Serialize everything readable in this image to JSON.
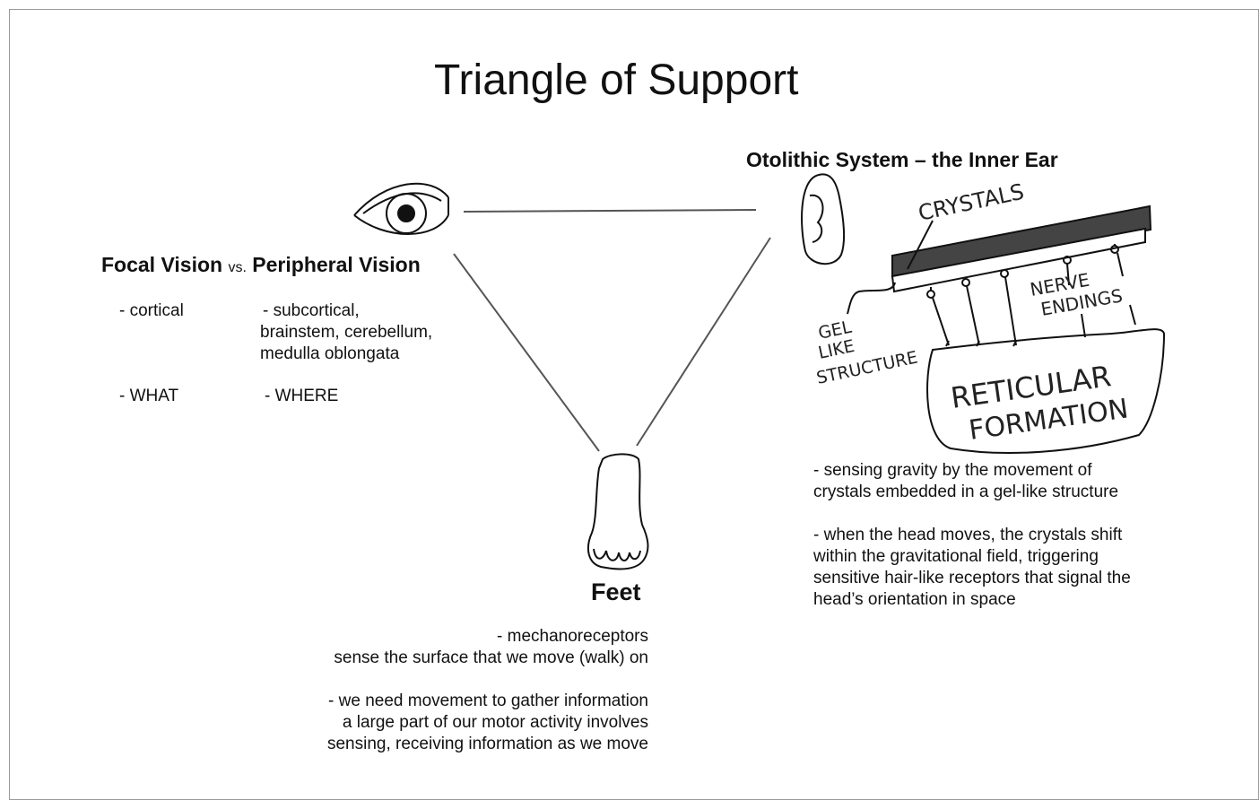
{
  "title": "Triangle of Support",
  "vision": {
    "focal_label": "Focal Vision",
    "vs_label": "vs.",
    "peripheral_label": "Peripheral Vision",
    "focal_points": [
      "- cortical",
      "- WHAT"
    ],
    "peripheral_points": [
      "- subcortical,",
      "brainstem, cerebellum,",
      "medulla oblongata",
      "- WHERE"
    ]
  },
  "ear": {
    "heading": "Otolithic System – the Inner Ear",
    "sketch_labels": {
      "crystals": "CRYSTALS",
      "nerve": "NERVE",
      "endings": "ENDINGS",
      "gel1": "GEL",
      "gel2": "LIKE",
      "gel3": "STRUCTURE",
      "ret1": "RETICULAR",
      "ret2": "FORMATION"
    },
    "points": [
      "- sensing gravity by the movement of",
      "crystals embedded in a gel-like structure",
      "- when the head moves, the crystals shift",
      "within the gravitational field, triggering",
      "sensitive hair-like receptors that signal the",
      "head’s orientation in space"
    ]
  },
  "feet": {
    "heading": "Feet",
    "points": [
      "- mechanoreceptors",
      "sense the surface that we move (walk) on",
      "- we need movement to gather information",
      "a large part of our motor activity involves",
      "sensing, receiving information as we move"
    ]
  },
  "icons": [
    "eye-icon",
    "ear-icon",
    "foot-icon",
    "otolith-sketch"
  ]
}
